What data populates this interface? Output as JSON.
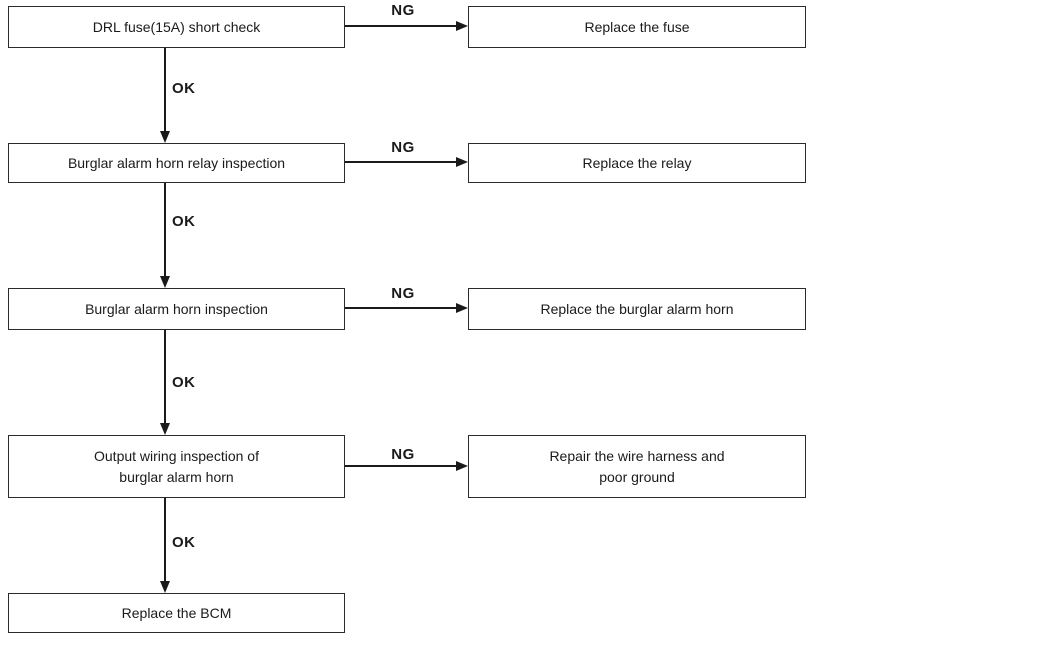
{
  "flowchart": {
    "colors": {
      "background": "#ffffff",
      "line": "#1a1a1a",
      "text": "#1a1a1a",
      "box_border": "#2b2b2b"
    },
    "steps": [
      {
        "check": "DRL fuse(15A) short check",
        "fail_branch": "NG",
        "pass_branch": "OK",
        "remedy": "Replace the fuse"
      },
      {
        "check": "Burglar alarm horn relay inspection",
        "fail_branch": "NG",
        "pass_branch": "OK",
        "remedy": "Replace the relay"
      },
      {
        "check": "Burglar alarm horn inspection",
        "fail_branch": "NG",
        "pass_branch": "OK",
        "remedy": "Replace the burglar alarm horn"
      },
      {
        "check": "Output wiring inspection of burglar alarm horn",
        "fail_branch": "NG",
        "pass_branch": "OK",
        "remedy": "Repair the wire harness and poor ground"
      }
    ],
    "final_step": "Replace the BCM"
  }
}
